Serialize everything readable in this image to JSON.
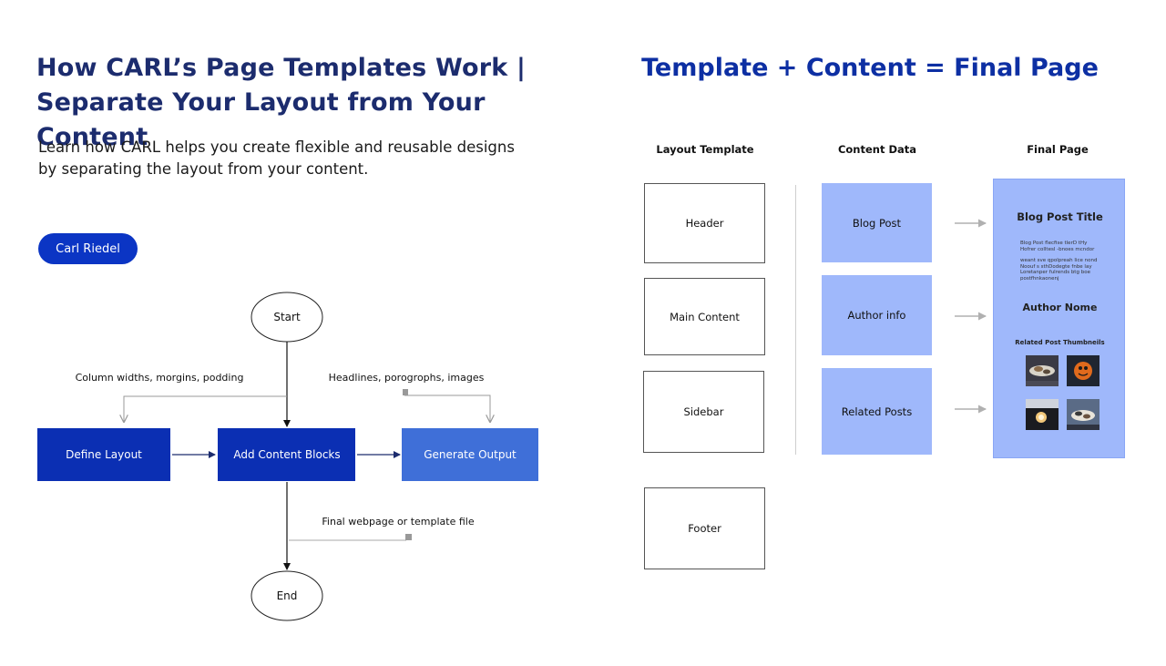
{
  "header": {
    "title_line1": "How CARL’s Page Templates Work |",
    "title_line2": "Separate Your Layout from Your Content",
    "subtitle_line1": "Learn how CARL helps you create flexible and reusable designs",
    "subtitle_line2": "by separating the layout from your content.",
    "author_button": "Carl Riedel"
  },
  "flowchart": {
    "start": "Start",
    "end": "End",
    "steps": [
      "Define Layout",
      "Add Content Blocks",
      "Generate Output"
    ],
    "annotation_left": "Column widths, morgins, podding",
    "annotation_right": "Headlines, porogrophs, images",
    "annotation_bottom": "Final webpage or template file",
    "colors": {
      "step1": "#0b2fb3",
      "step2": "#0b2fb3",
      "step3": "#3f6fd8"
    }
  },
  "equation": {
    "title": "Template + Content = Final Page",
    "columns": {
      "layout": "Layout Template",
      "content": "Content Data",
      "final": "Final Page"
    },
    "layout_items": [
      "Header",
      "Main Content",
      "Sidebar",
      "Footer"
    ],
    "content_items": [
      "Blog Post",
      "Author info",
      "Related Posts"
    ],
    "final_page": {
      "title": "Blog Post Title",
      "text_block1_l1": "Blog Post flecfise tlerD tHy",
      "text_block1_l2": "Hofrer colltesl -bnoes mcndor",
      "text_block2_l1": "weant sve qpolpreah lice nond",
      "text_block2_l2": "Noouf s sthDodegte fnbe lay",
      "text_block2_l3": "Loretanper fulrends btg boe",
      "text_block2_l4": "postfhnkaonenj",
      "author": "Author Nome",
      "related": "Related Post Thumbneils"
    },
    "accent_color": "#9fb8fb"
  }
}
